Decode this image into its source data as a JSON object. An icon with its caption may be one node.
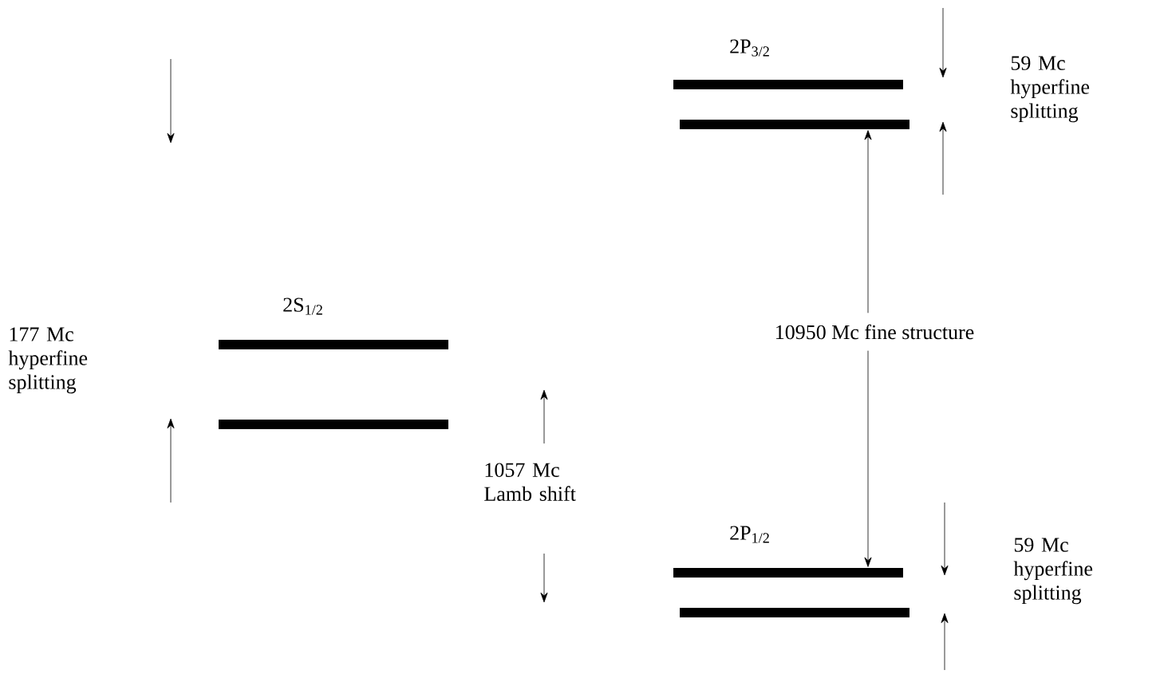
{
  "diagram": {
    "nodes": [
      {
        "text": [],
        "shape": "bar"
      },
      {
        "text": [],
        "shape": "bar"
      },
      {
        "text": [],
        "shape": "bar"
      },
      {
        "text": [],
        "shape": "bar"
      },
      {
        "text": [
          "10950 Mc fine structure"
        ]
      },
      {
        "text": [],
        "shape": "bar"
      },
      {
        "text": [],
        "shape": "bar"
      }
    ],
    "edges": [
      {
        "from": 4,
        "to": 1,
        "arrow": "to"
      },
      {
        "from": 4,
        "to": 5,
        "arrow": "to"
      }
    ],
    "labels": [
      "2P$_{3/2}$",
      "59 Mc hyperfine splitting",
      "2S$_{1/2}$",
      "177 Mc hyperfine splitting",
      "1057 Mc Lamb shift",
      "2P$_{1/2}$",
      "59 Mc hyperfine splitting"
    ]
  }
}
